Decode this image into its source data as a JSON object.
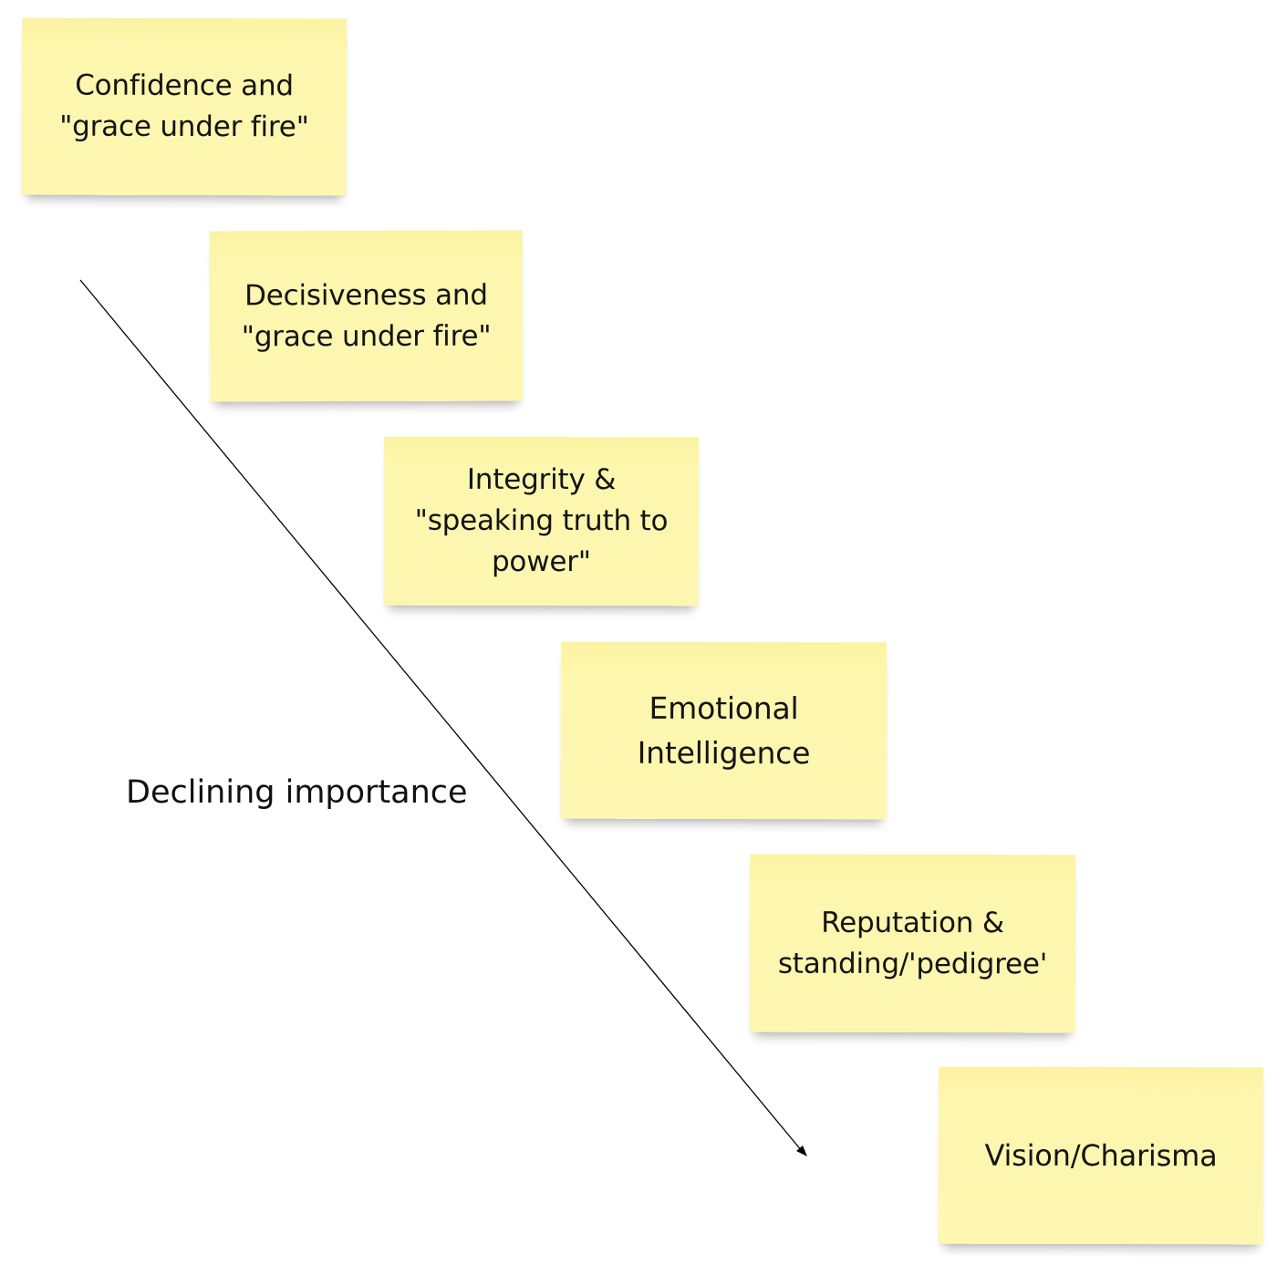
{
  "diagram": {
    "axis_label": "Declining importance",
    "notes": [
      {
        "text": "Confidence and\n\"grace under fire\""
      },
      {
        "text": "Decisiveness and\n\"grace under fire\""
      },
      {
        "text": "Integrity &\n\"speaking truth to\npower\""
      },
      {
        "text": "Emotional\nIntelligence"
      },
      {
        "text": "Reputation &\nstanding/'pedigree'"
      },
      {
        "text": "Vision/Charisma"
      }
    ],
    "colors": {
      "sticky_note": "#fdf6ad",
      "text": "#141414",
      "arrow": "#000000",
      "background": "#ffffff"
    }
  }
}
